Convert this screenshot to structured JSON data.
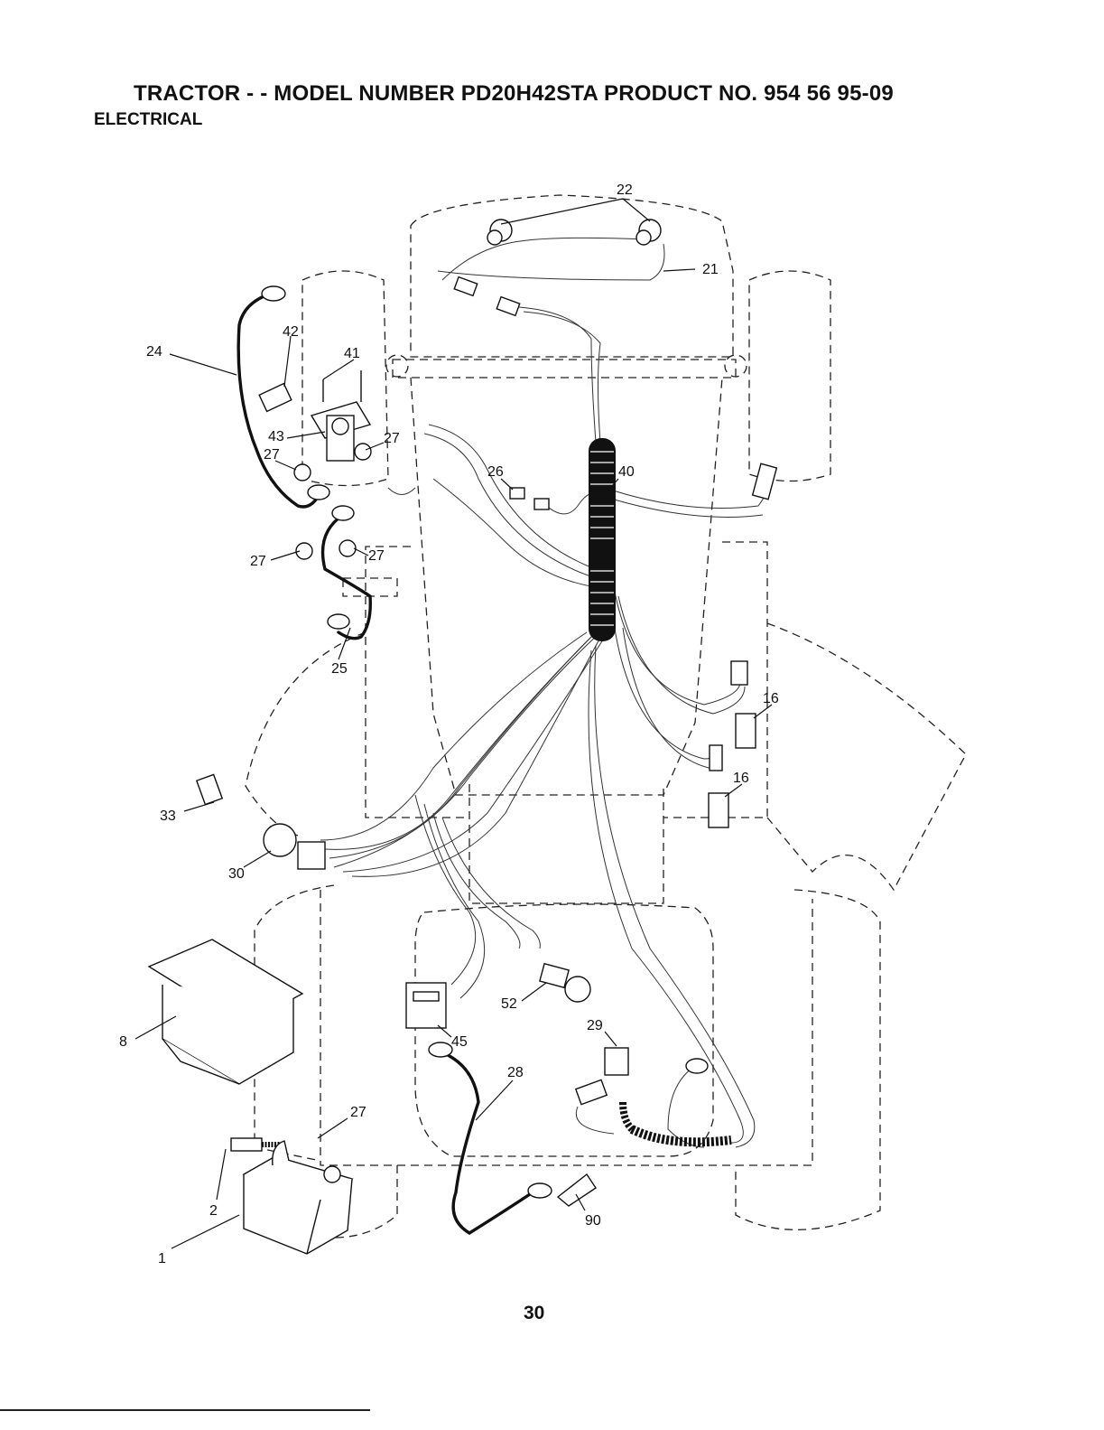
{
  "header": {
    "title": "TRACTOR - - MODEL NUMBER PD20H42STA PRODUCT NO. 954 56 95-09",
    "section": "ELECTRICAL"
  },
  "page_number": "30",
  "callouts": {
    "c22": "22",
    "c21": "21",
    "c24": "24",
    "c42": "42",
    "c41": "41",
    "c43": "43",
    "c27a": "27",
    "c27b": "27",
    "c27c": "27",
    "c27d": "27",
    "c27e": "27",
    "c26": "26",
    "c40": "40",
    "c25": "25",
    "c16a": "16",
    "c16b": "16",
    "c33": "33",
    "c30": "30",
    "c8": "8",
    "c45": "45",
    "c52": "52",
    "c29": "29",
    "c28": "28",
    "c2": "2",
    "c1": "1",
    "c90": "90"
  }
}
